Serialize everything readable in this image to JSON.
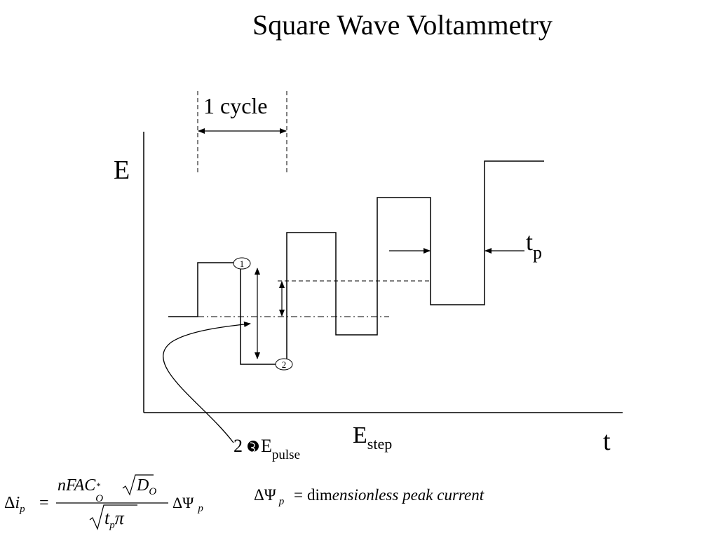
{
  "slide": {
    "title": "Square Wave Voltammetry"
  },
  "diagram": {
    "axis_e_label": "E",
    "axis_t_label": "t",
    "cycle_label": "1 cycle",
    "tp_main": "t",
    "tp_sub": "p",
    "estep_main": "E",
    "estep_sub": "step",
    "epulse_prefix": "2",
    "epulse_main": "E",
    "epulse_sub": "pulse",
    "marker_1": "1",
    "marker_2": "2"
  },
  "formula": {
    "lhs_delta": "Δ",
    "lhs_i": "i",
    "lhs_sub": "p",
    "equals": "=",
    "num_text": "nFAC",
    "num_sup": "*",
    "num_sub": "O",
    "num_d": "D",
    "num_d_sub": "O",
    "den_t": "t",
    "den_t_sub": "p",
    "den_pi": "π",
    "psi_delta": "ΔΨ",
    "psi_sub": "p"
  },
  "definition": {
    "lhs": "ΔΨ",
    "lhs_sub": "p",
    "equals": "=",
    "plain": "dim",
    "italic": "ensionless peak current"
  }
}
